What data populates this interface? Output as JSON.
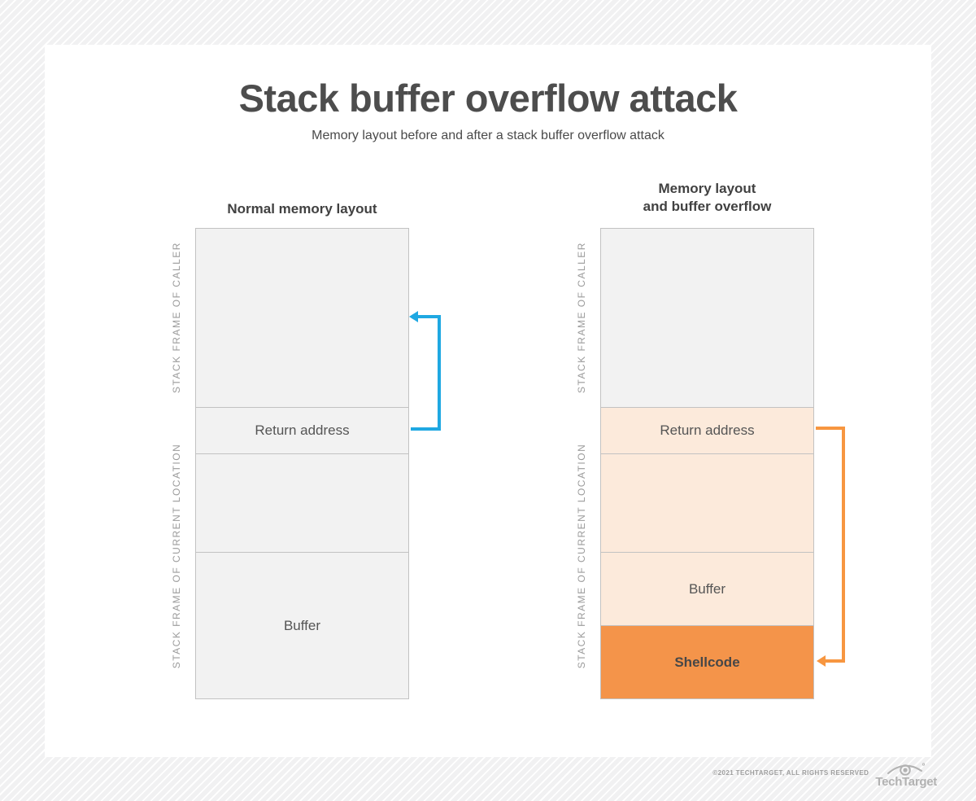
{
  "title": "Stack buffer overflow attack",
  "subtitle": "Memory layout before and after a stack buffer overflow attack",
  "accent_colors": {
    "blue_arrow": "#1fa8e2",
    "orange_arrow": "#f79640",
    "shellcode_fill": "#f4944a",
    "overflow_fill": "#fceadb",
    "normal_fill": "#f2f2f2"
  },
  "left_diagram": {
    "heading": "Normal memory layout",
    "caller_label": "STACK FRAME OF CALLER",
    "current_label": "STACK FRAME OF CURRENT LOCATION",
    "rows": [
      {
        "label": ""
      },
      {
        "label": "Return address"
      },
      {
        "label": ""
      },
      {
        "label": "Buffer"
      }
    ],
    "arrow": "blue arrow from Return address back into stack frame of caller"
  },
  "right_diagram": {
    "heading_line1": "Memory layout",
    "heading_line2": "and buffer overflow",
    "caller_label": "STACK FRAME OF CALLER",
    "current_label": "STACK FRAME OF CURRENT LOCATION",
    "rows": [
      {
        "label": ""
      },
      {
        "label": "Return address"
      },
      {
        "label": ""
      },
      {
        "label": "Buffer"
      },
      {
        "label": "Shellcode"
      }
    ],
    "arrow": "orange arrow from Return address down into Shellcode"
  },
  "footer": {
    "copyright": "©2021 TECHTARGET, ALL RIGHTS RESERVED",
    "logo_text": "TechTarget",
    "logo_icon": "eye-icon"
  }
}
